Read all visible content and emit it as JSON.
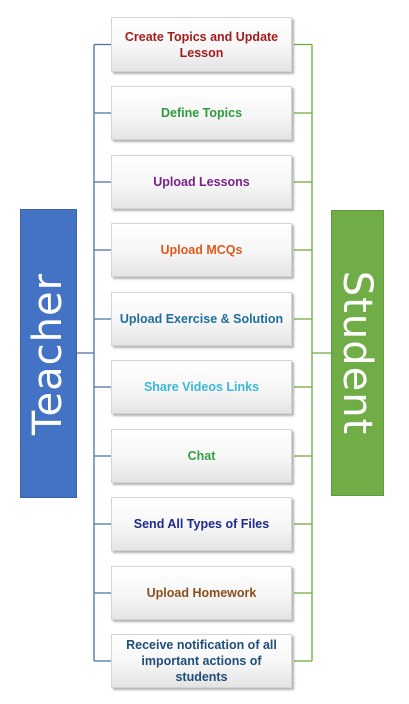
{
  "actors": {
    "left": {
      "label": "Teacher",
      "color": "#4472c4"
    },
    "right": {
      "label": "Student",
      "color": "#70ad47"
    }
  },
  "connector_colors": {
    "left": "#4a6fa5",
    "right": "#6aab3f"
  },
  "activities": [
    {
      "label": "Create Topics and Update Lesson",
      "color": "#a31c1c"
    },
    {
      "label": "Define Topics",
      "color": "#2e9b3e"
    },
    {
      "label": "Upload Lessons",
      "color": "#7b1f8a"
    },
    {
      "label": "Upload MCQs",
      "color": "#e05a1e"
    },
    {
      "label": "Upload Exercise & Solution",
      "color": "#1f6e9e"
    },
    {
      "label": "Share Videos Links",
      "color": "#3bb8d8"
    },
    {
      "label": "Chat",
      "color": "#34a046"
    },
    {
      "label": "Send All Types of Files",
      "color": "#1c2a8c"
    },
    {
      "label": "Upload Homework",
      "color": "#8a4e1c"
    },
    {
      "label": "Receive notification of all important actions of students",
      "color": "#1f4e79"
    }
  ]
}
